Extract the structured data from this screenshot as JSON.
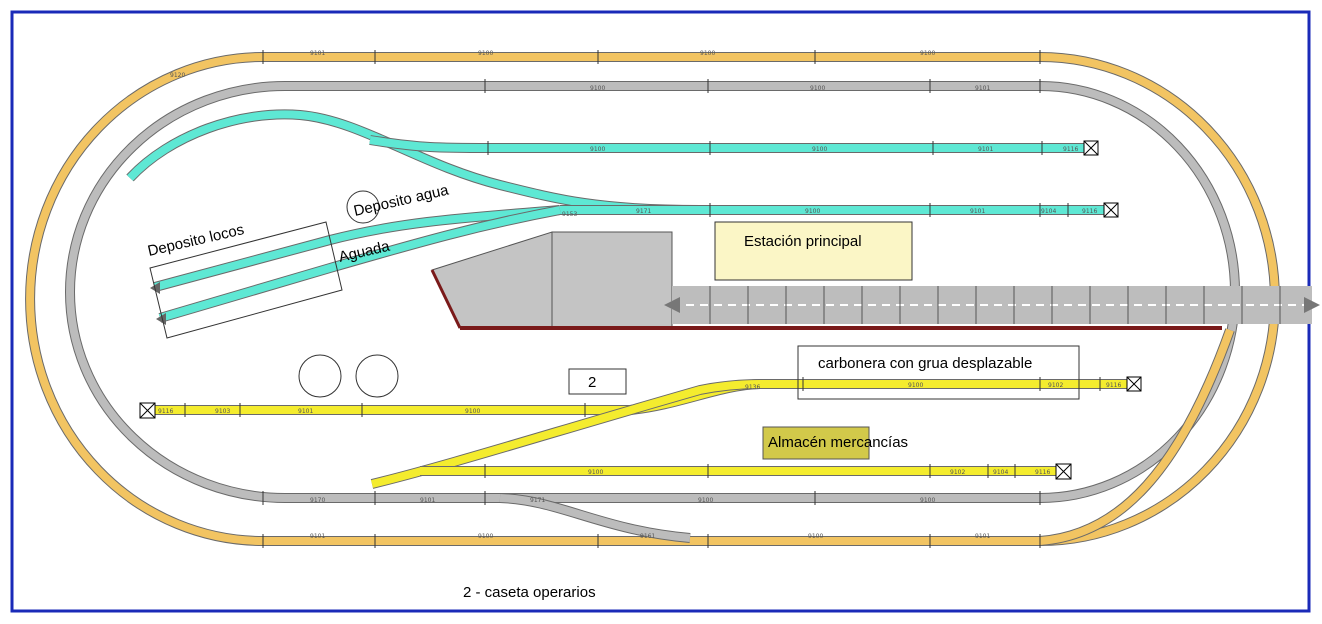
{
  "labels": {
    "deposito_locos": "Deposito locos",
    "deposito_agua": "Deposito agua",
    "aguada": "Aguada",
    "estacion": "Estación principal",
    "carbonera": "carbonera con grua desplazable",
    "almacen": "Almacén mercancías",
    "caseta_num": "2",
    "legend": "2 - caseta operarios"
  },
  "track_codes": {
    "c9100": "9100",
    "c9101": "9101",
    "c9102": "9102",
    "c9103": "9103",
    "c9104": "9104",
    "c9116": "9116",
    "c9120": "9120",
    "c9171": "9171",
    "c9136": "9136",
    "c9170": "9170",
    "c9161": "9161",
    "c9153": "9153"
  },
  "colors": {
    "border": "#1a2ab8",
    "outer_track": "#f2c462",
    "mid_track": "#bcbcbc",
    "siding_cyan": "#5ee8d4",
    "siding_yellow": "#f4ec2e",
    "station_box": "#fbf6c6",
    "warehouse": "#d2c94a",
    "platform": "#bdbdbd",
    "platform_edge": "#7a1a1a"
  }
}
